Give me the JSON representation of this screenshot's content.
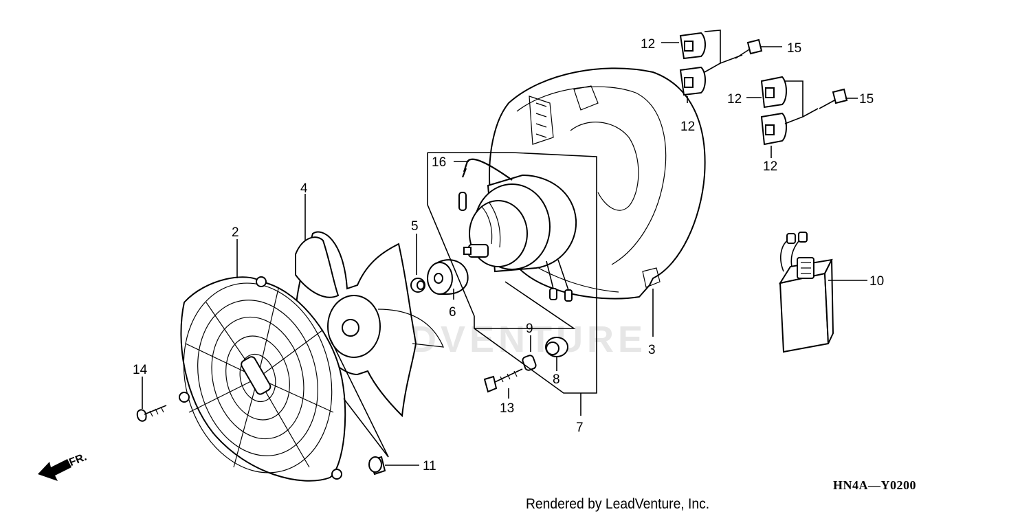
{
  "diagram": {
    "watermark": "LEADVENTURE",
    "credit": "Rendered by LeadVenture, Inc.",
    "diagram_code": "HN4A—Y0200",
    "direction_label": "FR.",
    "callouts": {
      "c2": "2",
      "c3": "3",
      "c4": "4",
      "c5": "5",
      "c6": "6",
      "c7": "7",
      "c8": "8",
      "c9": "9",
      "c10": "10",
      "c11": "11",
      "c13": "13",
      "c14": "14",
      "c16": "16",
      "c12a": "12",
      "c12b": "12",
      "c12c": "12",
      "c12d": "12",
      "c15a": "15",
      "c15b": "15"
    },
    "icons": [
      "front-direction-arrow-icon"
    ]
  }
}
